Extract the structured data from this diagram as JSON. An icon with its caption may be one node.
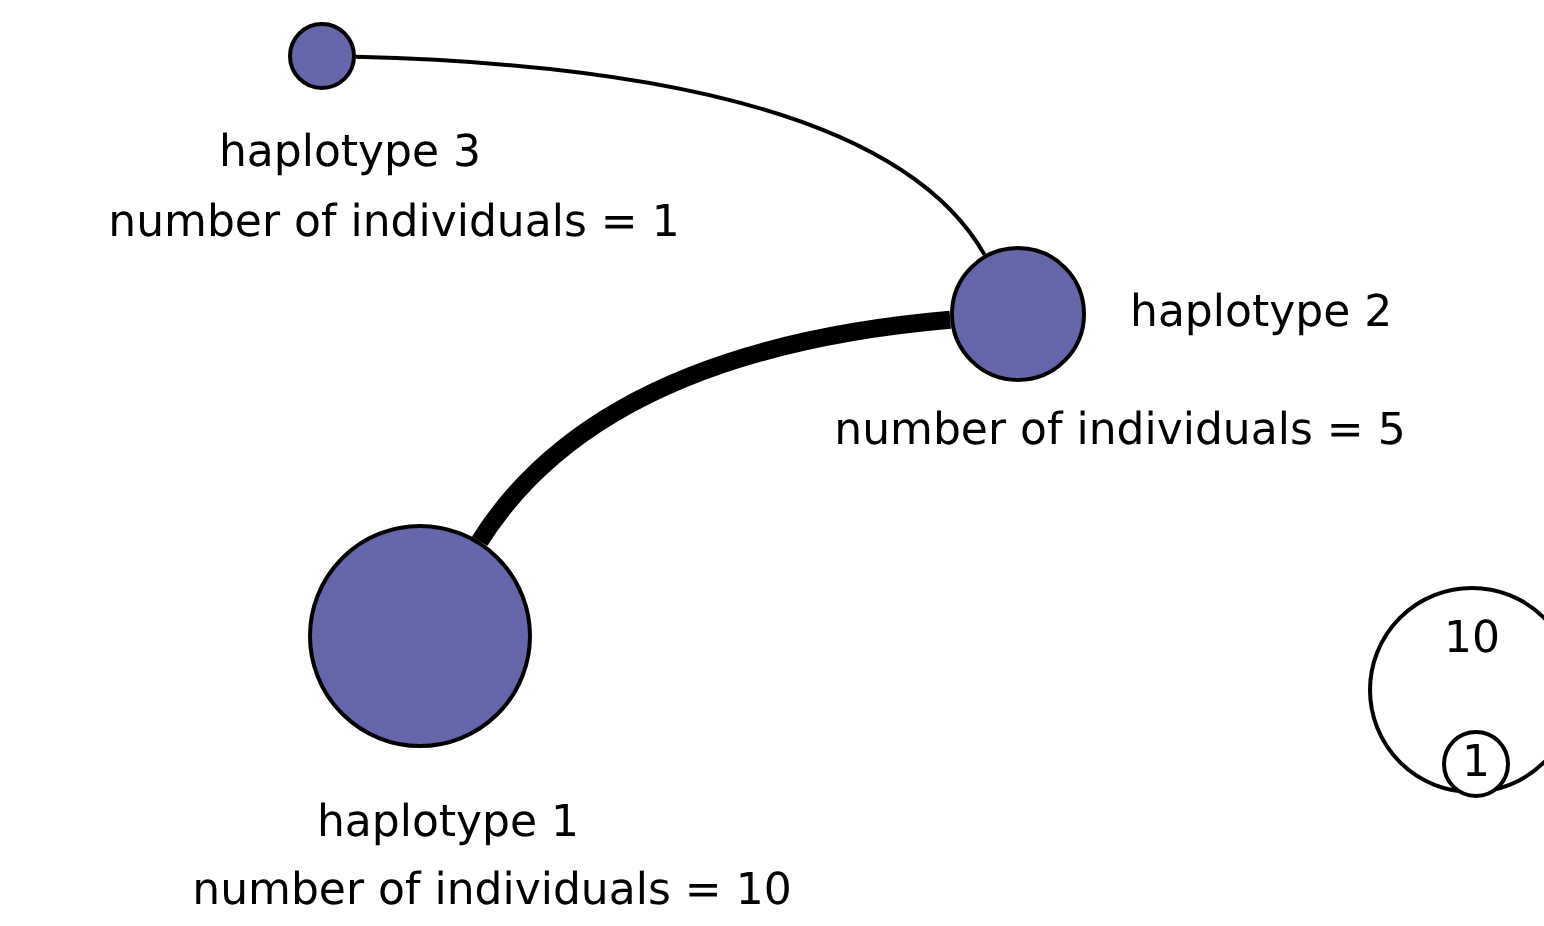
{
  "diagram": {
    "nodes": [
      {
        "text": [],
        "shape": "circle",
        "beside": [
          "haplotype 3",
          "number of individuals = 1"
        ]
      },
      {
        "text": [],
        "shape": "circle",
        "beside": [
          "haplotype 2",
          "number of individuals = 5"
        ]
      },
      {
        "text": [],
        "shape": "circle",
        "beside": [
          "haplotype 1",
          "number of individuals = 10"
        ]
      },
      {
        "text": [
          "10"
        ]
      },
      {
        "text": [
          "1"
        ],
        "in": 3
      }
    ],
    "edges": [
      {
        "from": 0,
        "to": 1,
        "arrow": "none"
      },
      {
        "from": 2,
        "to": 1,
        "arrow": "none",
        "style": "thick"
      }
    ]
  }
}
